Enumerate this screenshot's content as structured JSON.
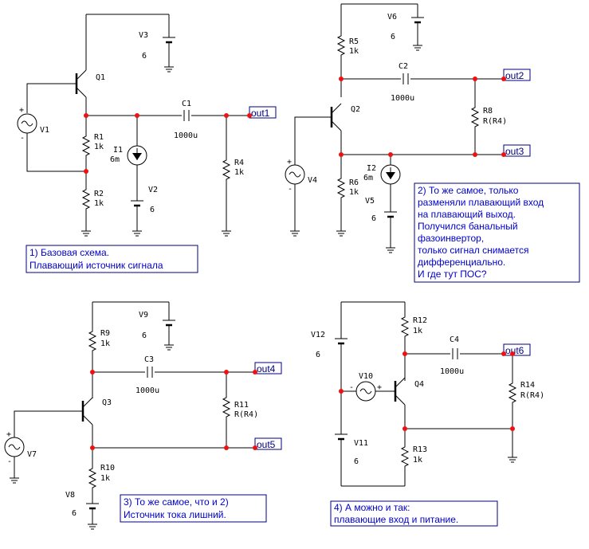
{
  "schematic": {
    "components": {
      "V3": {
        "name": "V3",
        "value": "6"
      },
      "Q1": {
        "name": "Q1"
      },
      "V1": {
        "name": "V1"
      },
      "R1": {
        "name": "R1",
        "value": "1k"
      },
      "R2": {
        "name": "R2",
        "value": "1k"
      },
      "I1": {
        "name": "I1",
        "value": "6m"
      },
      "V2": {
        "name": "V2",
        "value": "6"
      },
      "C1": {
        "name": "C1",
        "value": "1000u"
      },
      "R4": {
        "name": "R4",
        "value": "1k"
      },
      "V6": {
        "name": "V6",
        "value": "6"
      },
      "R5": {
        "name": "R5",
        "value": "1k"
      },
      "C2": {
        "name": "C2",
        "value": "1000u"
      },
      "Q2": {
        "name": "Q2"
      },
      "R8": {
        "name": "R8",
        "value": "R(R4)"
      },
      "I2": {
        "name": "I2",
        "value": "6m"
      },
      "R6": {
        "name": "R6",
        "value": "1k"
      },
      "V4": {
        "name": "V4"
      },
      "V5": {
        "name": "V5",
        "value": "6"
      },
      "V9": {
        "name": "V9",
        "value": "6"
      },
      "R9": {
        "name": "R9",
        "value": "1k"
      },
      "C3": {
        "name": "C3",
        "value": "1000u"
      },
      "Q3": {
        "name": "Q3"
      },
      "R11": {
        "name": "R11",
        "value": "R(R4)"
      },
      "V7": {
        "name": "V7"
      },
      "R10": {
        "name": "R10",
        "value": "1k"
      },
      "V8": {
        "name": "V8",
        "value": "6"
      },
      "V12": {
        "name": "V12",
        "value": "6"
      },
      "R12": {
        "name": "R12",
        "value": "1k"
      },
      "C4": {
        "name": "C4",
        "value": "1000u"
      },
      "V10": {
        "name": "V10"
      },
      "Q4": {
        "name": "Q4"
      },
      "R14": {
        "name": "R14",
        "value": "R(R4)"
      },
      "V11": {
        "name": "V11",
        "value": "6"
      },
      "R13": {
        "name": "R13",
        "value": "1k"
      }
    },
    "nets": {
      "out1": "out1",
      "out2": "out2",
      "out3": "out3",
      "out4": "out4",
      "out5": "out5",
      "out6": "out6"
    },
    "signs": {
      "plus": "+",
      "minus": "-"
    },
    "notes": {
      "n1": [
        "1) Базовая схема.",
        "Плавающий источник сигнала"
      ],
      "n2": [
        "2) То же самое, только",
        "разменяли плавающий вход",
        "на плавающий выход.",
        "Получился банальный",
        "фазоинвертор,",
        "только сигнал снимается",
        "дифференциально.",
        "И где тут ПОС?"
      ],
      "n3": [
        "3) То же самое, что и 2)",
        "Источник тока лишний."
      ],
      "n4": [
        "4) А можно и так:",
        "плавающие вход и питание."
      ]
    }
  }
}
